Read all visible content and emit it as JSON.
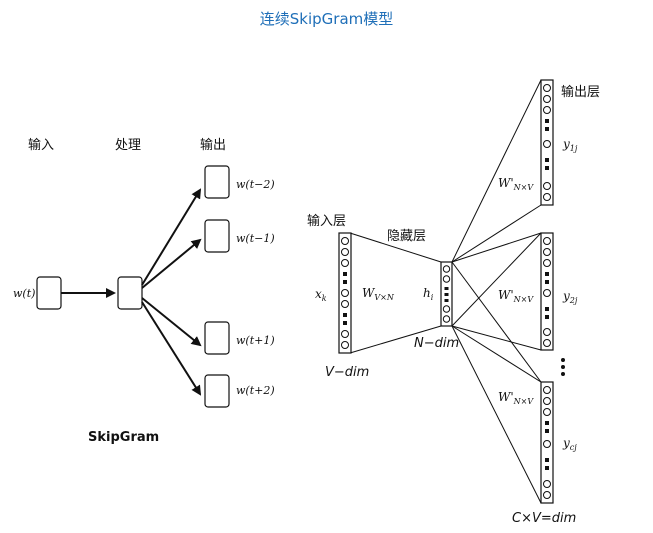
{
  "title": "连续SkipGram模型",
  "left": {
    "input_label": "输入",
    "process_label": "处理",
    "output_label": "输出",
    "input_word": "w(t)",
    "outputs": [
      "w(t−2)",
      "w(t−1)",
      "w(t+1)",
      "w(t+2)"
    ],
    "caption": "SkipGram"
  },
  "right": {
    "input_layer_label": "输入层",
    "hidden_layer_label": "隐藏层",
    "output_layer_label": "输出层",
    "x_label": "x",
    "x_sub": "k",
    "w_label": "W",
    "w_sub": "V×N",
    "h_label": "h",
    "h_sub": "i",
    "wprime_label": "W'",
    "wprime_sub": "N×V",
    "y_labels": [
      {
        "main": "y",
        "sub": "1j"
      },
      {
        "main": "y",
        "sub": "2j"
      },
      {
        "main": "y",
        "sub": "cj"
      }
    ],
    "v_dim": "V−dim",
    "n_dim": "N−dim",
    "cv_dim": "C×V=dim"
  }
}
